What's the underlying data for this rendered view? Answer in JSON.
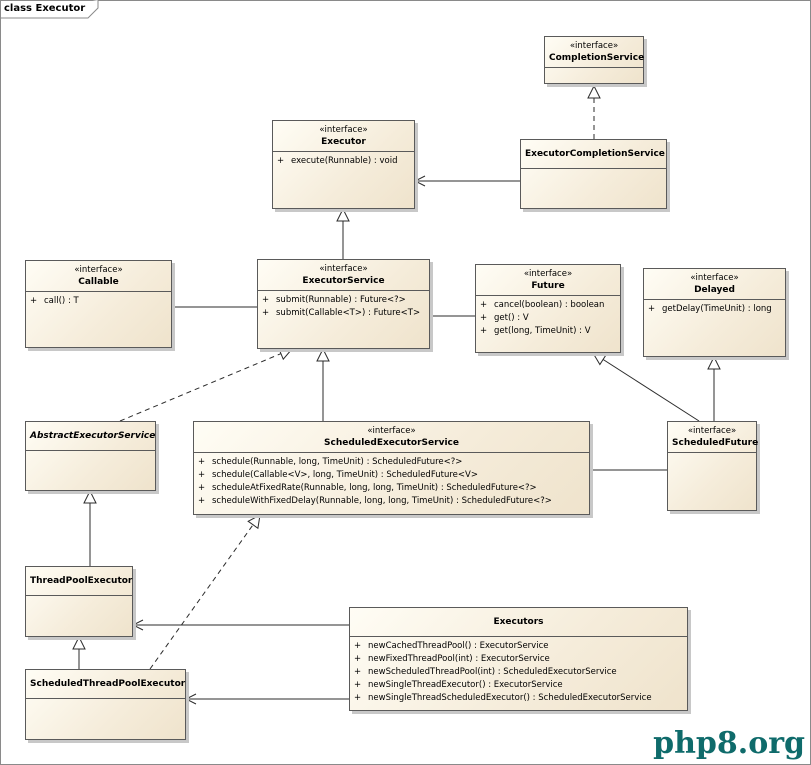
{
  "frame": {
    "title": "class Executor"
  },
  "classes": {
    "completion_service": {
      "stereotype": "«interface»",
      "name": "CompletionService",
      "ops": []
    },
    "executor": {
      "stereotype": "«interface»",
      "name": "Executor",
      "ops": [
        {
          "vis": "+",
          "sig": "execute(Runnable) : void"
        }
      ]
    },
    "executor_completion_service": {
      "stereotype": "",
      "name": "ExecutorCompletionService",
      "ops": []
    },
    "callable": {
      "stereotype": "«interface»",
      "name": "Callable",
      "ops": [
        {
          "vis": "+",
          "sig": "call() : T"
        }
      ]
    },
    "executor_service": {
      "stereotype": "«interface»",
      "name": "ExecutorService",
      "ops": [
        {
          "vis": "+",
          "sig": "submit(Runnable) : Future<?>"
        },
        {
          "vis": "+",
          "sig": "submit(Callable<T>) : Future<T>"
        }
      ]
    },
    "future": {
      "stereotype": "«interface»",
      "name": "Future",
      "ops": [
        {
          "vis": "+",
          "sig": "cancel(boolean) : boolean"
        },
        {
          "vis": "+",
          "sig": "get() : V"
        },
        {
          "vis": "+",
          "sig": "get(long, TimeUnit) : V"
        }
      ]
    },
    "delayed": {
      "stereotype": "«interface»",
      "name": "Delayed",
      "ops": [
        {
          "vis": "+",
          "sig": "getDelay(TimeUnit) : long"
        }
      ]
    },
    "abstract_executor_service": {
      "stereotype": "",
      "name": "AbstractExecutorService",
      "ops": []
    },
    "scheduled_executor_service": {
      "stereotype": "«interface»",
      "name": "ScheduledExecutorService",
      "ops": [
        {
          "vis": "+",
          "sig": "schedule(Runnable, long, TimeUnit) : ScheduledFuture<?>"
        },
        {
          "vis": "+",
          "sig": "schedule(Callable<V>, long, TimeUnit) : ScheduledFuture<V>"
        },
        {
          "vis": "+",
          "sig": "scheduleAtFixedRate(Runnable, long, long, TimeUnit) : ScheduledFuture<?>"
        },
        {
          "vis": "+",
          "sig": "scheduleWithFixedDelay(Runnable, long, long, TimeUnit) : ScheduledFuture<?>"
        }
      ]
    },
    "scheduled_future": {
      "stereotype": "«interface»",
      "name": "ScheduledFuture",
      "ops": []
    },
    "thread_pool_executor": {
      "stereotype": "",
      "name": "ThreadPoolExecutor",
      "ops": []
    },
    "scheduled_thread_pool_executor": {
      "stereotype": "",
      "name": "ScheduledThreadPoolExecutor",
      "ops": []
    },
    "executors": {
      "stereotype": "",
      "name": "Executors",
      "ops": [
        {
          "vis": "+",
          "sig": "newCachedThreadPool() : ExecutorService"
        },
        {
          "vis": "+",
          "sig": "newFixedThreadPool(int) : ExecutorService"
        },
        {
          "vis": "+",
          "sig": "newScheduledThreadPool(int) : ScheduledExecutorService"
        },
        {
          "vis": "+",
          "sig": "newSingleThreadExecutor() : ExecutorService"
        },
        {
          "vis": "+",
          "sig": "newSingleThreadScheduledExecutor() : ScheduledExecutorService"
        }
      ]
    }
  },
  "watermark": "php8.org",
  "colors": {
    "line": "#2b2b2b",
    "watermark": "#0f6b6b",
    "box_fill": "#f5ecda"
  }
}
